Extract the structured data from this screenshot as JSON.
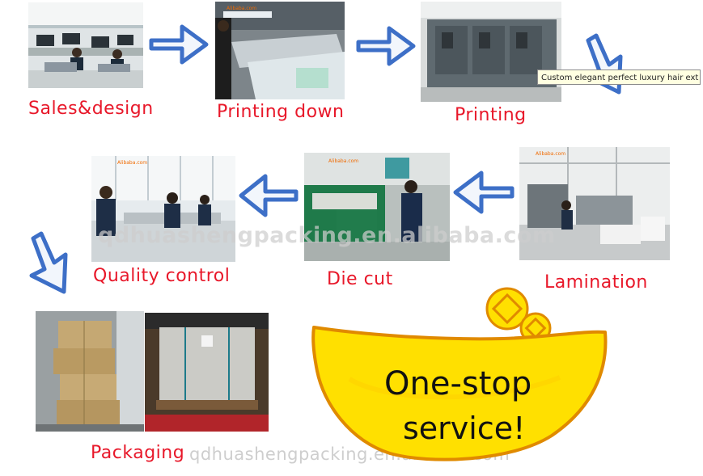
{
  "stages": {
    "sales_design": "Sales&design",
    "printing_down": "Printing down",
    "printing": "Printing",
    "lamination": "Lamination",
    "die_cut": "Die cut",
    "quality_control": "Quality control",
    "packaging": "Packaging"
  },
  "tooltip": "Custom elegant perfect luxury hair ext",
  "watermark": "qdhuashengpacking.en.alibaba.com",
  "watermark_bottom": "qdhuashengpacking.en.alibaba.com",
  "logo_text": "Alibaba.com",
  "badge": {
    "line1": "One-stop",
    "line2": "service!"
  },
  "colors": {
    "label_red": "#e8182a",
    "arrow_blue": "#3d6fc7",
    "badge_yellow": "#ffe000",
    "badge_outline": "#e08a00"
  },
  "icons": [
    "arrow-right-icon",
    "arrow-left-icon",
    "arrow-down-icon",
    "gold-coin-icon",
    "gold-ingot-icon"
  ]
}
